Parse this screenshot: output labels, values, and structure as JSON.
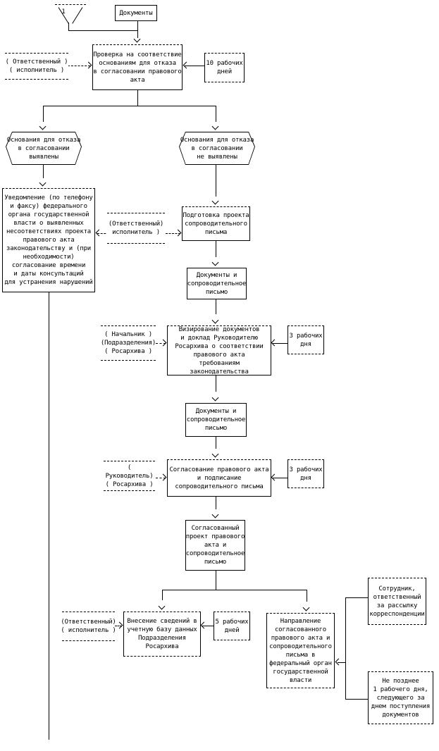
{
  "colors": {
    "line": "#000000",
    "background": "#ffffff"
  },
  "connector_1": {
    "label": "1"
  },
  "nodes": {
    "documents": [
      "Документы"
    ],
    "check": [
      "Проверка на соответствие",
      "основаниям для отказа",
      "в согласовании правового",
      "акта"
    ],
    "grounds_found": [
      "Основания для отказа",
      "в согласовании",
      "выявлены"
    ],
    "grounds_not_found": [
      "Основания для отказа",
      "в согласовании",
      "не выявлены"
    ],
    "notification": [
      "Уведомление (по телефону",
      "и факсу) федерального",
      "органа государственной",
      "власти о выявленных",
      "несоответствиях проекта",
      "правового акта",
      "законодательству и (при",
      "необходимости)",
      "согласование времени",
      "и даты консультаций",
      "для устранения нарушений"
    ],
    "letter_preparation": [
      "Подготовка проекта",
      "сопроводительного",
      "письма"
    ],
    "docs_and_letter_1": [
      "Документы и",
      "сопроводительное",
      "письмо"
    ],
    "visa": [
      "Визирование документов",
      "и доклад Руководителю",
      "Росархива о соответствии",
      "правового акта",
      "требованиям законодательства"
    ],
    "docs_and_letter_2": [
      "Документы и",
      "сопроводительное",
      "письмо"
    ],
    "approval": [
      "Согласование правового акта",
      "и подписание",
      "сопроводительного письма"
    ],
    "approved_draft": [
      "Согласованный",
      "проект правового",
      "акта и",
      "сопроводительное",
      "письмо"
    ],
    "db_entry": [
      "Внесение сведений в",
      "учетную базу данных",
      "Подразделения",
      "Росархива"
    ],
    "sending": [
      "Направление",
      "согласованного",
      "правового акта и",
      "сопроводительного",
      "письма в",
      "федеральный орган",
      "государственной",
      "власти"
    ]
  },
  "labels": {
    "executor_top": [
      "( Ответственный )",
      "( исполнитель )"
    ],
    "days_10": [
      "10 рабочих",
      "дней"
    ],
    "executor_mid": [
      "(Ответственный)",
      "исполнитель )"
    ],
    "head_department": [
      "( Начальник )",
      "(Подразделения)",
      "( Росархива )"
    ],
    "days_3a": [
      "3 рабочих",
      "дня"
    ],
    "head_rosarchive": [
      "( Руководитель)",
      "( Росархива )"
    ],
    "days_3b": [
      "3 рабочих",
      "дня"
    ],
    "executor_bottom": [
      "(Ответственный)",
      "( исполнитель )"
    ],
    "days_5": [
      "5 рабочих",
      "дней"
    ],
    "mail_clerk": [
      "Сотрудник,",
      "ответственный",
      "за рассылку",
      "корреспонденции"
    ],
    "deadline_note": [
      "Не позднее",
      "1 рабочего дня,",
      "следующего за",
      "днем поступления",
      "документов"
    ]
  }
}
